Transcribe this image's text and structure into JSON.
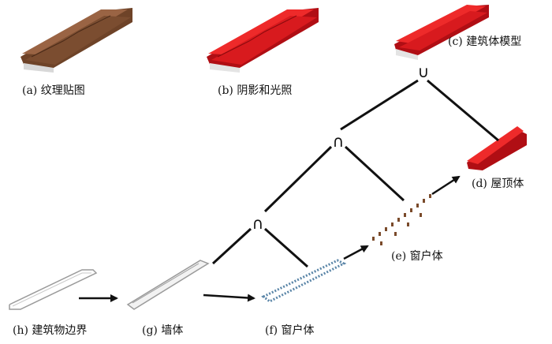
{
  "labels": {
    "a": "(a) 纹理贴图",
    "b": "(b) 阴影和光照",
    "c": "(c) 建筑体模型",
    "d": "(d) 屋顶体",
    "e": "(e) 窗户体",
    "f": "(f) 窗户体",
    "g": "(g) 墙体",
    "h": "(h) 建筑物边界"
  },
  "operators": {
    "top": "∪",
    "middle": "∩",
    "bottom": "∩"
  },
  "colors": {
    "texture_roof": "#8b5a3c",
    "red_roof": "#e0141e",
    "window_blue": "#5b86a8",
    "window_brown": "#7a4a2a",
    "line": "#111111",
    "wall_outline": "#9a9a9a"
  }
}
